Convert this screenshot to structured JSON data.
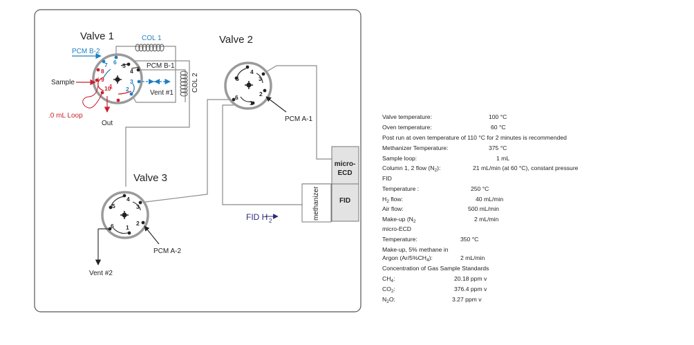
{
  "diagram": {
    "valve1": {
      "title": "Valve 1",
      "ports": [
        "1",
        "2",
        "3",
        "4",
        "5",
        "6",
        "7",
        "8",
        "9",
        "10"
      ]
    },
    "valve2": {
      "title": "Valve 2",
      "ports": [
        "1",
        "2",
        "3",
        "4",
        "5",
        "6"
      ]
    },
    "valve3": {
      "title": "Valve 3",
      "ports": [
        "1",
        "2",
        "3",
        "4",
        "5",
        "6"
      ]
    },
    "labels": {
      "col1": "COL 1",
      "col2": "COL 2",
      "pcm_b2": "PCM B-2",
      "pcm_b1": "PCM B-1",
      "pcm_a1": "PCM A-1",
      "pcm_a2": "PCM A-2",
      "sample": "Sample",
      "loop": ".0 mL Loop",
      "out": "Out",
      "vent1": "Vent #1",
      "vent2": "Vent #2",
      "fid_h2": "FID H",
      "fid_h2_sub": "2",
      "methanizer": "methanizer",
      "micro_ecd_line1": "micro-",
      "micro_ecd_line2": "ECD",
      "fid": "FID"
    },
    "colors": {
      "blue": "#1f7fc0",
      "red": "#c8202f",
      "grey": "#8a8a8a",
      "navy": "#2d2a78"
    }
  },
  "conditions": {
    "valve_temp": {
      "label": "Valve temperature:",
      "value": "100 °C"
    },
    "oven_temp": {
      "label": "Oven temperature:",
      "value": "60 °C"
    },
    "post_run": "Post run at oven temperature of 110 °C for 2 minutes is recommended",
    "methanizer_temp": {
      "label": "Methanizer Temperature:",
      "value": "375 °C"
    },
    "sample_loop": {
      "label": "Sample loop:",
      "value": "1 mL"
    },
    "column_flow": {
      "label_pre": "Column 1, 2 flow (N",
      "label_sub": "2",
      "label_post": "):",
      "value": "21 mL/min (at 60 °C), constant pressure"
    },
    "fid_heading": "FID",
    "fid_temp": {
      "label": "Temperature :",
      "value": "250 °C"
    },
    "h2_flow": {
      "label_pre": "H",
      "label_sub": "2",
      "label_post": " flow:",
      "value": "40 mL/min"
    },
    "air_flow": {
      "label": "Air flow:",
      "value": "500 mL/min"
    },
    "makeup_n2": {
      "label_pre": "Make-up (N",
      "label_sub": "2",
      "value": "2 mL/min"
    },
    "ecd_heading": "micro-ECD",
    "ecd_temp": {
      "label": "Temperature:",
      "value": "350 °C"
    },
    "makeup_ar_1": "Make-up, 5% methane in",
    "makeup_ar_2": {
      "label_pre": "Argon (Ar/5%CH",
      "label_sub": "4",
      "label_post": "):",
      "value": "2 mL/min"
    },
    "gas_heading": "Concentration of Gas Sample Standards",
    "ch4": {
      "label_pre": "CH",
      "label_sub": "4",
      "label_post": ":",
      "value": "20.18 ppm v"
    },
    "co2": {
      "label_pre": "CO",
      "label_sub": "2",
      "label_post": ":",
      "value": "376.4 ppm v"
    },
    "n2o": {
      "label_pre": "N",
      "label_sub": "2",
      "label_post": "O:",
      "value": "3.27 ppm v"
    }
  }
}
